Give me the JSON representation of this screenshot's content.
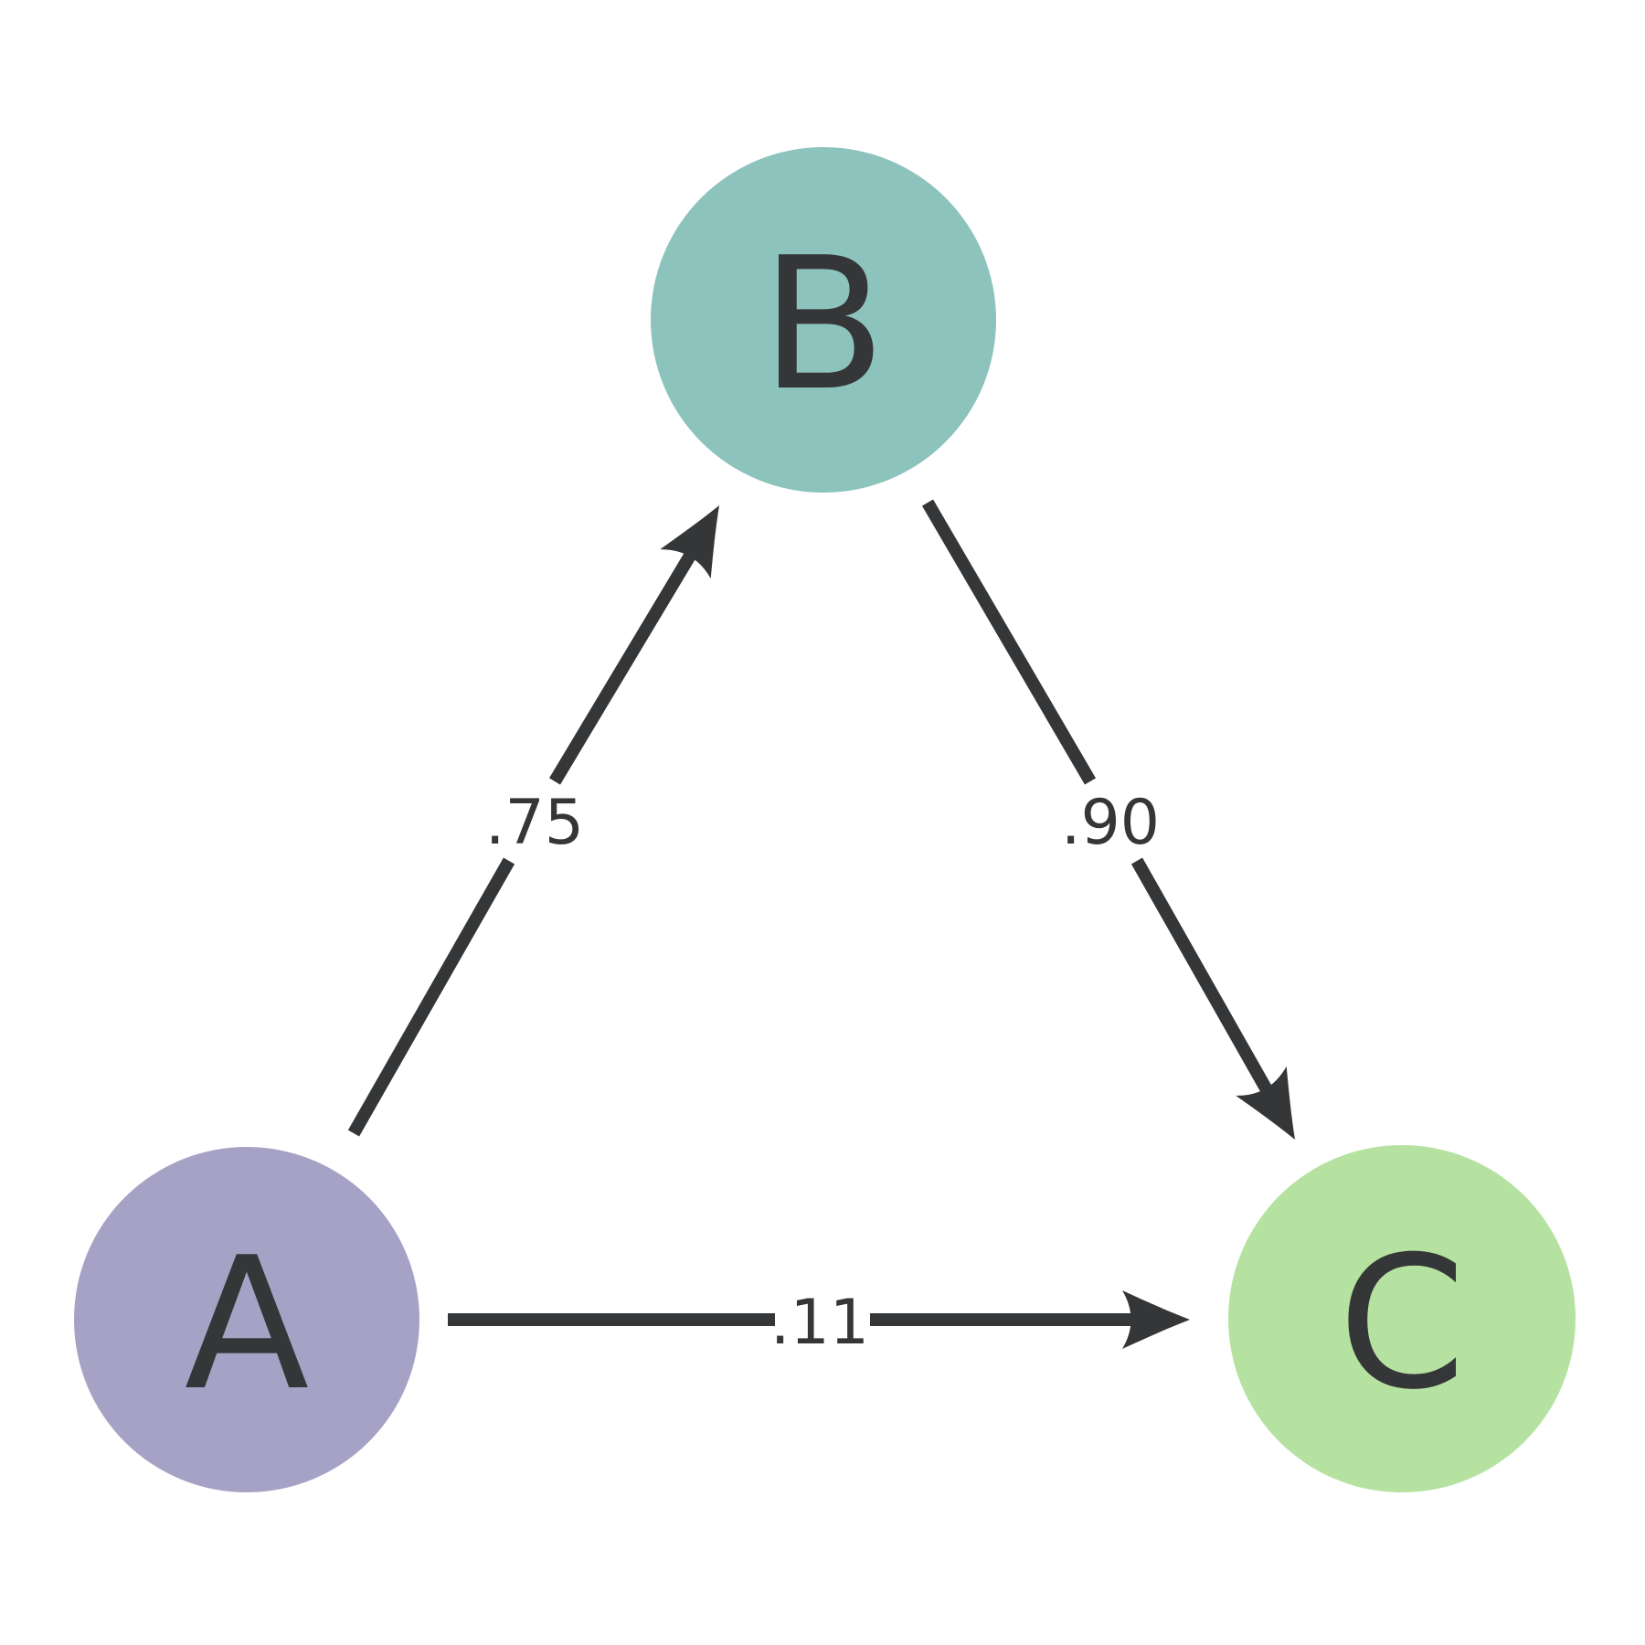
{
  "diagram": {
    "title": "three-node weighted directed graph",
    "background_color": "#ffffff",
    "edge_color": "#343638",
    "text_color": "#343638",
    "nodes": [
      {
        "id": "A",
        "label": "A",
        "color": "#a6a2c6"
      },
      {
        "id": "B",
        "label": "B",
        "color": "#8dc3bd"
      },
      {
        "id": "C",
        "label": "C",
        "color": "#b6e2a1"
      }
    ],
    "edges": [
      {
        "from": "A",
        "to": "B",
        "weight": ".75"
      },
      {
        "from": "B",
        "to": "C",
        "weight": ".90"
      },
      {
        "from": "A",
        "to": "C",
        "weight": ".11"
      }
    ]
  }
}
